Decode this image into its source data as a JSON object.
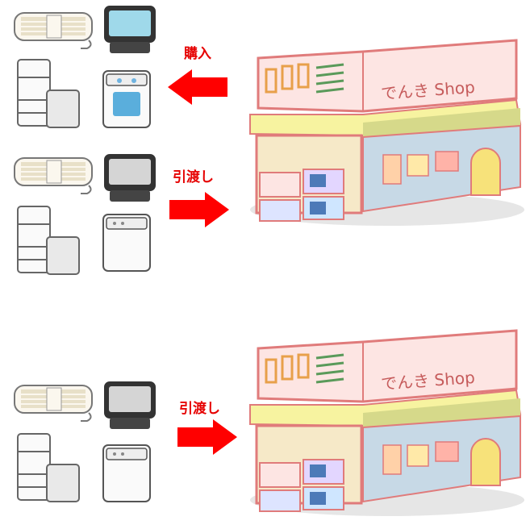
{
  "colors": {
    "arrow": "#ff0000",
    "label": "#e60000",
    "outline": "#e07b7b",
    "sign_bg": "#fde5e3",
    "awning_stripe": "#d6d98a",
    "awning_band": "#f7f3a0",
    "shop_floor": "#c7d9e6",
    "door": "#f7e27a"
  },
  "scene_top": {
    "purchase_label": "購入",
    "handover_label": "引渡し",
    "shop_sign": "でんき Shop",
    "new_appliances": [
      "air-conditioner",
      "television",
      "refrigerator",
      "washing-machine"
    ],
    "old_appliances": [
      "air-conditioner",
      "television",
      "refrigerator",
      "washing-machine"
    ]
  },
  "scene_bottom": {
    "handover_label": "引渡し",
    "shop_sign": "でんき Shop",
    "old_appliances": [
      "air-conditioner",
      "television",
      "refrigerator",
      "washing-machine"
    ]
  }
}
